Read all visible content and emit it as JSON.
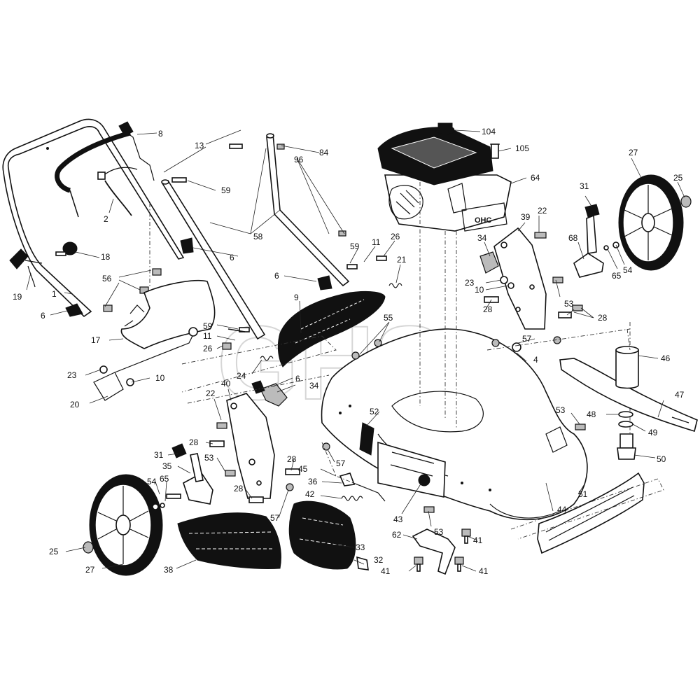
{
  "watermark": "GHS",
  "engine_decal": "OHC",
  "callouts": {
    "c1": "1",
    "c2": "2",
    "c4": "4",
    "c6a": "6",
    "c6b": "6",
    "c6c": "6",
    "c6d": "6",
    "c8": "8",
    "c9": "9",
    "c10a": "10",
    "c10b": "10",
    "c11a": "11",
    "c11b": "11",
    "c13": "13",
    "c17": "17",
    "c18": "18",
    "c19": "19",
    "c20": "20",
    "c21": "21",
    "c22a": "22",
    "c22b": "22",
    "c23a": "23",
    "c23b": "23",
    "c24": "24",
    "c25a": "25",
    "c25b": "25",
    "c26a": "26",
    "c26b": "26",
    "c27a": "27",
    "c27b": "27",
    "c28a": "28",
    "c28b": "28",
    "c28c": "28",
    "c28d": "28",
    "c28e": "28",
    "c31a": "31",
    "c31b": "31",
    "c32": "32",
    "c33": "33",
    "c34a": "34",
    "c34b": "34",
    "c35": "35",
    "c36": "36",
    "c38": "38",
    "c39": "39",
    "c40": "40",
    "c41a": "41",
    "c41b": "41",
    "c41c": "41",
    "c42": "42",
    "c43": "43",
    "c44": "44",
    "c45": "45",
    "c46": "46",
    "c47": "47",
    "c48": "48",
    "c49": "49",
    "c50": "50",
    "c51": "51",
    "c52": "52",
    "c53a": "53",
    "c53b": "53",
    "c53c": "53",
    "c53d": "53",
    "c54a": "54",
    "c54b": "54",
    "c55": "55",
    "c56": "56",
    "c57a": "57",
    "c57b": "57",
    "c57c": "57",
    "c58": "58",
    "c59a": "59",
    "c59b": "59",
    "c59c": "59",
    "c62": "62",
    "c64": "64",
    "c65a": "65",
    "c65b": "65",
    "c68": "68",
    "c84": "84",
    "c96": "96",
    "c104": "104",
    "c105": "105"
  }
}
